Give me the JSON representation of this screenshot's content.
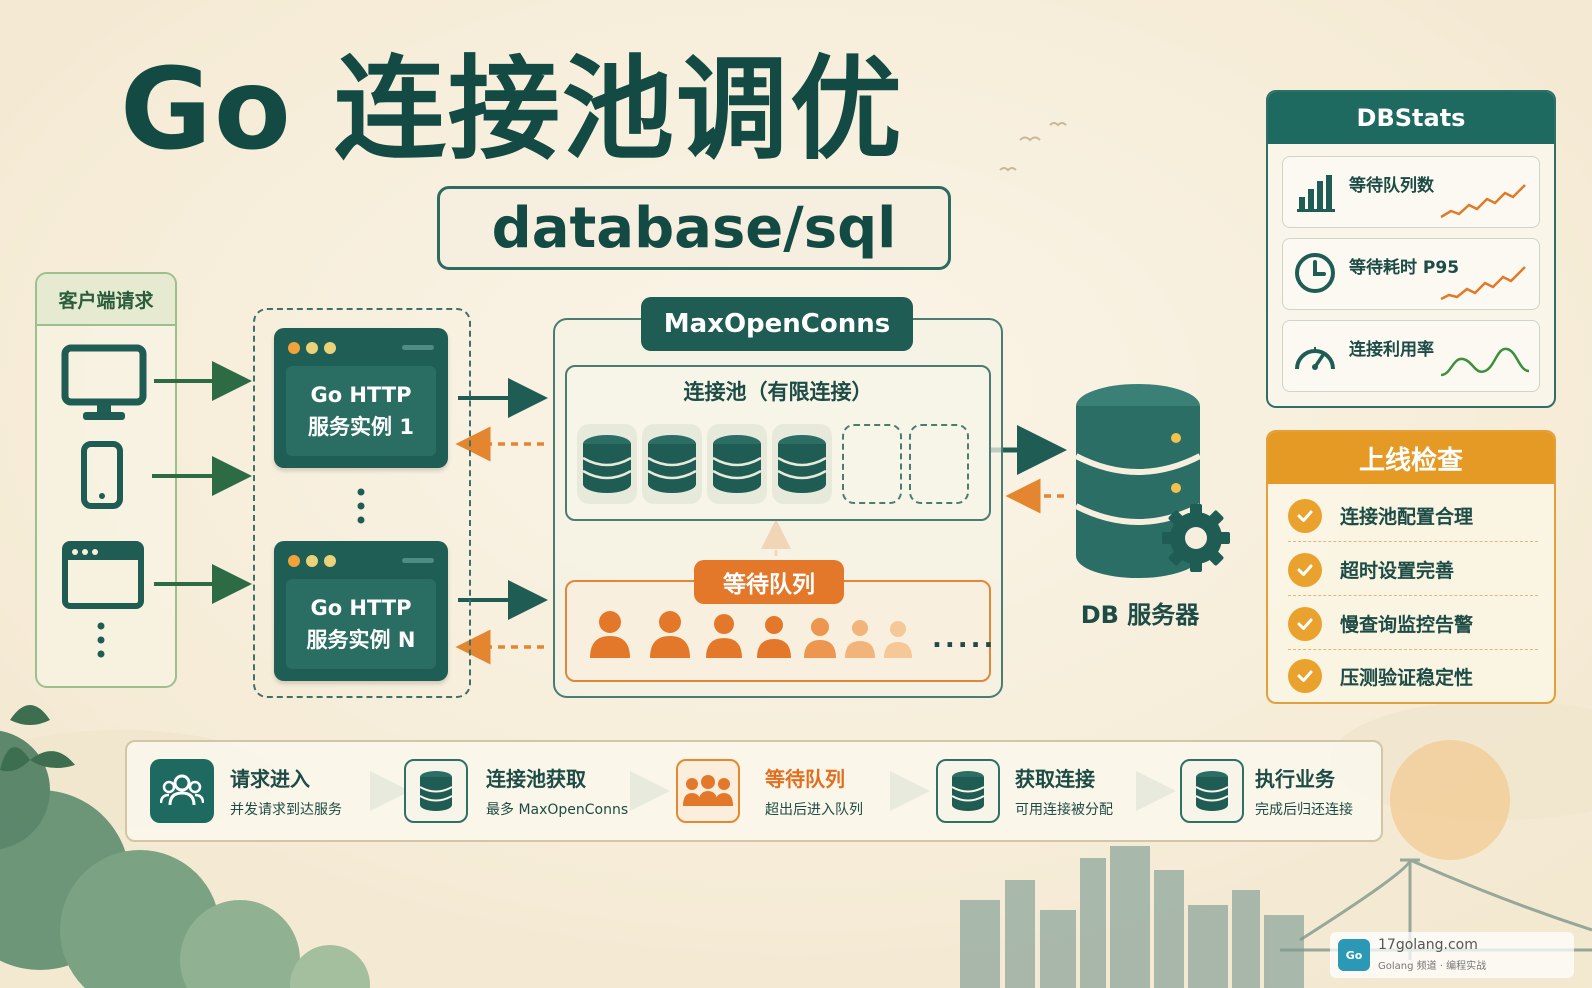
{
  "title": "Go 连接池调优",
  "subtitle": "database/sql",
  "client": {
    "header": "客户端请求",
    "devices": [
      "monitor-icon",
      "phone-icon",
      "browser-icon"
    ]
  },
  "http_instances": [
    {
      "line1": "Go HTTP",
      "line2": "服务实例 1"
    },
    {
      "line1": "Go HTTP",
      "line2": "服务实例 N"
    }
  ],
  "pool": {
    "badge": "MaxOpenConns",
    "label": "连接池（有限连接）",
    "active_connections": 4,
    "empty_slots": 2
  },
  "queue": {
    "label": "等待队列",
    "people_shown": 7,
    "more": "....."
  },
  "db": {
    "label": "DB 服务器"
  },
  "dbstats": {
    "title": "DBStats",
    "metrics": [
      {
        "label": "等待队列数",
        "icon": "bar-chart-icon",
        "trend": "rising",
        "color": "#e07a28"
      },
      {
        "label": "等待耗时 P95",
        "icon": "clock-icon",
        "trend": "rising",
        "color": "#e07a28"
      },
      {
        "label": "连接利用率",
        "icon": "gauge-icon",
        "trend": "wave",
        "color": "#3c8f3c"
      }
    ]
  },
  "checklist": {
    "title": "上线检查",
    "items": [
      "连接池配置合理",
      "超时设置完善",
      "慢查询监控告警",
      "压测验证稳定性"
    ]
  },
  "flow": [
    {
      "title": "请求进入",
      "desc": "并发请求到达服务",
      "icon": "users-icon"
    },
    {
      "title": "连接池获取",
      "desc": "最多 MaxOpenConns",
      "icon": "database-icon"
    },
    {
      "title": "等待队列",
      "desc": "超出后进入队列",
      "icon": "queue-people-icon"
    },
    {
      "title": "获取连接",
      "desc": "可用连接被分配",
      "icon": "database-icon"
    },
    {
      "title": "执行业务",
      "desc": "完成后归还连接",
      "icon": "database-icon"
    }
  ],
  "watermark": {
    "logo": "Go",
    "site": "17golang.com",
    "sub": "Golang 频道 · 编程实战"
  },
  "colors": {
    "primary": "#1e5c54",
    "accent_orange": "#e4782a",
    "accent_yellow": "#e59a26",
    "background": "#f7efdd"
  }
}
